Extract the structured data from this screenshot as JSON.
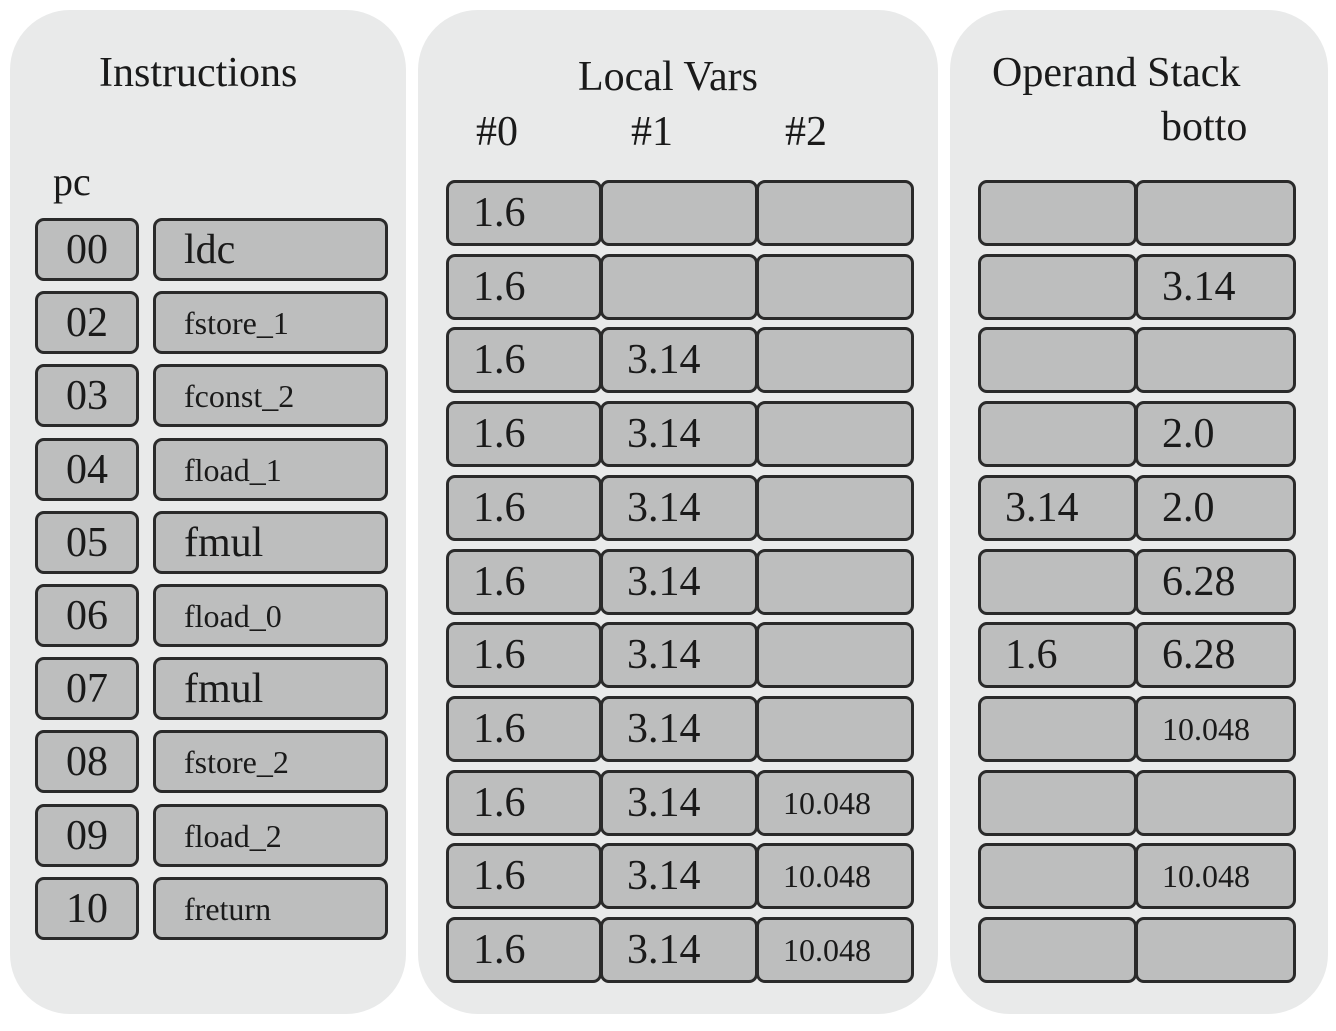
{
  "instructions_panel": {
    "title": "Instructions",
    "pc_label": "pc",
    "rows": [
      {
        "pc": "00",
        "op": "ldc"
      },
      {
        "pc": "02",
        "op": "fstore_1"
      },
      {
        "pc": "03",
        "op": "fconst_2"
      },
      {
        "pc": "04",
        "op": "fload_1"
      },
      {
        "pc": "05",
        "op": "fmul"
      },
      {
        "pc": "06",
        "op": "fload_0"
      },
      {
        "pc": "07",
        "op": "fmul"
      },
      {
        "pc": "08",
        "op": "fstore_2"
      },
      {
        "pc": "09",
        "op": "fload_2"
      },
      {
        "pc": "10",
        "op": "freturn"
      }
    ]
  },
  "local_vars_panel": {
    "title": "Local Vars",
    "columns": [
      "#0",
      "#1",
      "#2"
    ],
    "rows": [
      [
        "1.6",
        "",
        ""
      ],
      [
        "1.6",
        "",
        ""
      ],
      [
        "1.6",
        "3.14",
        ""
      ],
      [
        "1.6",
        "3.14",
        ""
      ],
      [
        "1.6",
        "3.14",
        ""
      ],
      [
        "1.6",
        "3.14",
        ""
      ],
      [
        "1.6",
        "3.14",
        ""
      ],
      [
        "1.6",
        "3.14",
        ""
      ],
      [
        "1.6",
        "3.14",
        "10.048"
      ],
      [
        "1.6",
        "3.14",
        "10.048"
      ],
      [
        "1.6",
        "3.14",
        "10.048"
      ]
    ]
  },
  "operand_stack_panel": {
    "title": "Operand Stack",
    "subtitle": "botto",
    "rows": [
      [
        "",
        ""
      ],
      [
        "",
        "3.14"
      ],
      [
        "",
        ""
      ],
      [
        "",
        "2.0"
      ],
      [
        "3.14",
        "2.0"
      ],
      [
        "",
        "6.28"
      ],
      [
        "1.6",
        "6.28"
      ],
      [
        "",
        "10.048"
      ],
      [
        "",
        ""
      ],
      [
        "",
        "10.048"
      ],
      [
        "",
        ""
      ]
    ]
  },
  "colors": {
    "panel_background": "#e9eaea",
    "cell_fill": "#bdbebe",
    "cell_border": "#2a2a2a",
    "text": "#1a1a1a"
  }
}
